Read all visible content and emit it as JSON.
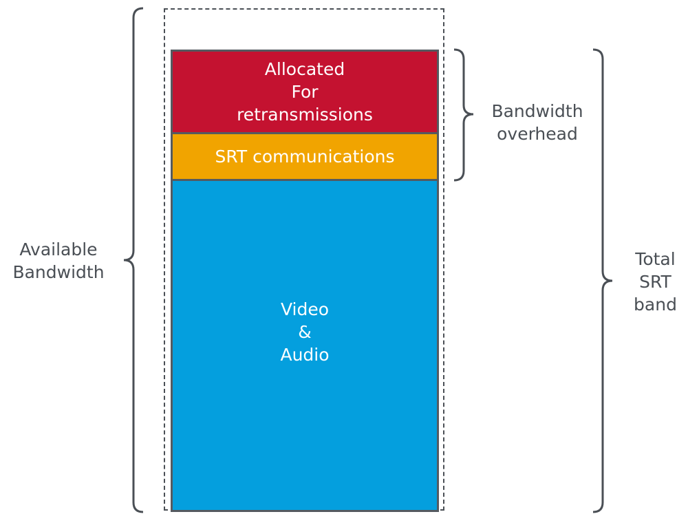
{
  "diagram": {
    "stack": {
      "retransmissions": [
        "Allocated",
        "For",
        "retransmissions"
      ],
      "srt_communications": "SRT communications",
      "video_audio": [
        "Video",
        "&",
        "Audio"
      ]
    },
    "labels": {
      "available_bandwidth": [
        "Available",
        "Bandwidth"
      ],
      "bandwidth_overhead": [
        "Bandwidth",
        "overhead"
      ],
      "total_srt_band": [
        "Total",
        "SRT",
        "band"
      ]
    },
    "colors": {
      "retransmissions": "#c41230",
      "srt_communications": "#f1a400",
      "video_audio": "#049fde",
      "lines": "#4a4f55"
    }
  }
}
